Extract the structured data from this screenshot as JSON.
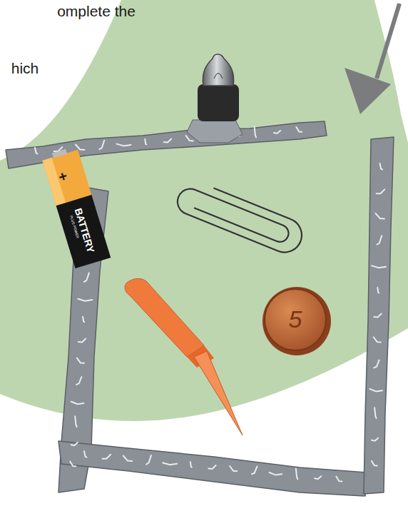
{
  "diagram": {
    "labels": [
      "omplete the",
      "hich",
      "+",
      "BATTERY",
      "PLUS POWER",
      "5"
    ]
  }
}
